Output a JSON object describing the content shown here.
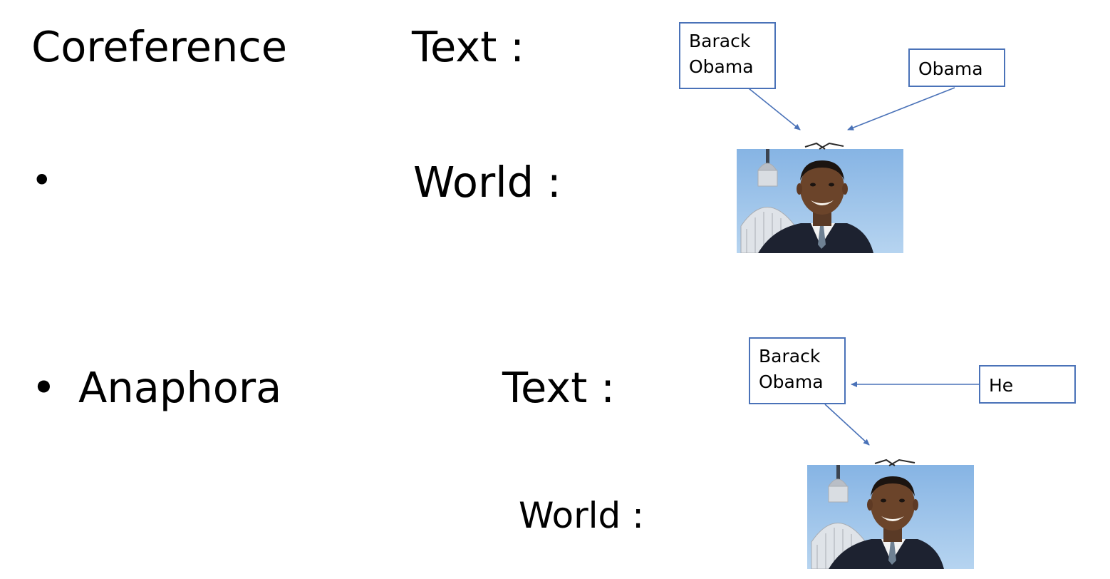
{
  "coreference": {
    "heading": "Coreference",
    "bullet": "•",
    "text_label": "Text   :",
    "world_label": "World :",
    "mentions": [
      "Barack Obama",
      "Obama"
    ],
    "box_lines": {
      "barack_obama": [
        "Barack",
        "Obama"
      ],
      "obama": "Obama"
    }
  },
  "anaphora": {
    "bullet": "•",
    "label": "Anaphora",
    "text_label": "Text :",
    "world_label": "World :",
    "box_lines": {
      "barack_obama": [
        "Barack",
        "Obama"
      ],
      "he": "He"
    }
  },
  "colors": {
    "box_border": "#4a72b8",
    "arrow": "#4a72b8",
    "sky": "#9cc4ea"
  },
  "icons": [
    "obama-photo",
    "capitol-dome"
  ]
}
